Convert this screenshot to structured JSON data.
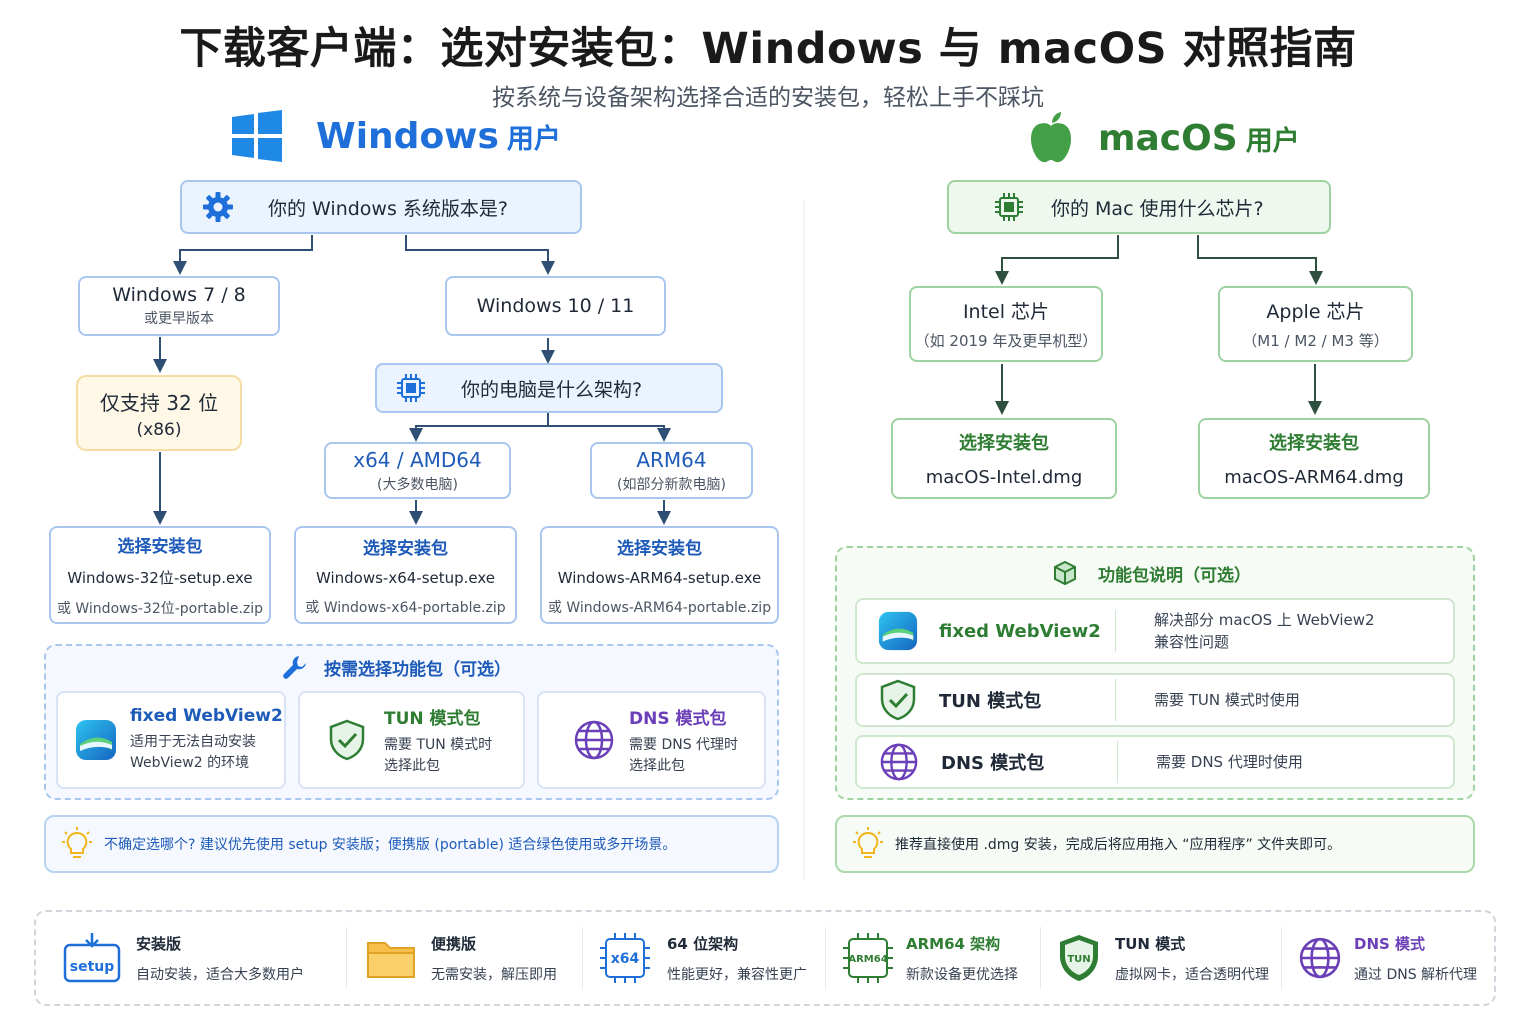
{
  "header": {
    "title": "下载客户端：选对安装包：Windows 与 macOS 对照指南",
    "subtitle": "按系统与设备架构选择合适的安装包，轻松上手不踩坑"
  },
  "windows": {
    "brand": "Windows",
    "brand_suffix": "用户",
    "q_version": "你的 Windows 系统版本是?",
    "old_main": "Windows 7 / 8",
    "old_sub": "或更早版本",
    "new_main": "Windows 10 / 11",
    "only32_main": "仅支持 32 位",
    "only32_sub": "(x86)",
    "q_arch": "你的电脑是什么架构?",
    "x64_main": "x64 / AMD64",
    "x64_sub": "(大多数电脑)",
    "arm_main": "ARM64",
    "arm_sub": "(如部分新款电脑)",
    "picks": [
      {
        "head": "选择安装包",
        "file": "Windows-32位-setup.exe",
        "alt": "或 Windows-32位-portable.zip"
      },
      {
        "head": "选择安装包",
        "file": "Windows-x64-setup.exe",
        "alt": "或 Windows-x64-portable.zip"
      },
      {
        "head": "选择安装包",
        "file": "Windows-ARM64-setup.exe",
        "alt": "或 Windows-ARM64-portable.zip"
      }
    ],
    "features_title": "按需选择功能包（可选）",
    "features": [
      {
        "title": "fixed WebView2",
        "desc1": "适用于无法自动安装",
        "desc2": "WebView2 的环境"
      },
      {
        "title": "TUN 模式包",
        "desc1": "需要 TUN 模式时",
        "desc2": "选择此包"
      },
      {
        "title": "DNS 模式包",
        "desc1": "需要 DNS 代理时",
        "desc2": "选择此包"
      }
    ],
    "tip": "不确定选哪个? 建议优先使用 setup 安装版；便携版 (portable) 适合绿色使用或多开场景。"
  },
  "mac": {
    "brand": "macOS",
    "brand_suffix": "用户",
    "q_chip": "你的 Mac 使用什么芯片?",
    "intel_main": "Intel 芯片",
    "intel_sub": "（如 2019 年及更早机型）",
    "apple_main": "Apple 芯片",
    "apple_sub": "（M1 / M2 / M3 等）",
    "picks": [
      {
        "head": "选择安装包",
        "file": "macOS-Intel.dmg"
      },
      {
        "head": "选择安装包",
        "file": "macOS-ARM64.dmg"
      }
    ],
    "features_title": "功能包说明（可选）",
    "features": [
      {
        "name": "fixed WebView2",
        "desc1": "解决部分 macOS 上 WebView2",
        "desc2": "兼容性问题"
      },
      {
        "name": "TUN 模式包",
        "desc1": "需要 TUN 模式时使用",
        "desc2": ""
      },
      {
        "name": "DNS 模式包",
        "desc1": "需要 DNS 代理时使用",
        "desc2": ""
      }
    ],
    "tip": "推荐直接使用 .dmg 安装，完成后将应用拖入 “应用程序” 文件夹即可。"
  },
  "legend": [
    {
      "icon_label": "setup",
      "title": "安装版",
      "desc": "自动安装，适合大多数用户"
    },
    {
      "icon_label": "",
      "title": "便携版",
      "desc": "无需安装，解压即用"
    },
    {
      "icon_label": "x64",
      "title": "64 位架构",
      "desc": "性能更好，兼容性更广"
    },
    {
      "icon_label": "ARM64",
      "title": "ARM64 架构",
      "desc": "新款设备更优选择"
    },
    {
      "icon_label": "TUN",
      "title": "TUN 模式",
      "desc": "虚拟网卡，适合透明代理"
    },
    {
      "icon_label": "",
      "title": "DNS 模式",
      "desc": "通过 DNS 解析代理"
    }
  ],
  "colors": {
    "windows_blue": "#1e6fd9",
    "mac_green": "#2e7d32",
    "dns_purple": "#6b3fb8"
  }
}
